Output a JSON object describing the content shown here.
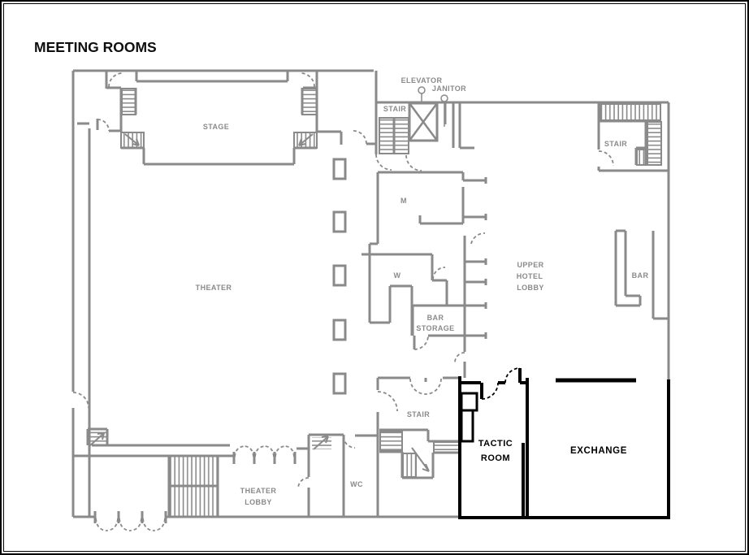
{
  "floor_plan": {
    "title": "MEETING ROOMS",
    "colors": {
      "walls_gray": "#8a8a8a",
      "highlight_black": "#000000",
      "background": "#ffffff"
    },
    "rooms": {
      "stage": "STAGE",
      "theater": "THEATER",
      "stair_backstage": "STAIR",
      "elevator": "ELEVATOR",
      "janitor": "JANITOR",
      "stair_upper_right": "STAIR",
      "mens_restroom": "M",
      "womens_restroom": "W",
      "upper_hotel_lobby": [
        "UPPER",
        "HOTEL",
        "LOBBY"
      ],
      "bar": "BAR",
      "bar_storage": [
        "BAR",
        "STORAGE"
      ],
      "stair_main": "STAIR",
      "wc": "WC",
      "theater_lobby": [
        "THEATER",
        "LOBBY"
      ],
      "tactic_room": [
        "TACTIC",
        "ROOM"
      ],
      "exchange": "EXCHANGE"
    }
  }
}
